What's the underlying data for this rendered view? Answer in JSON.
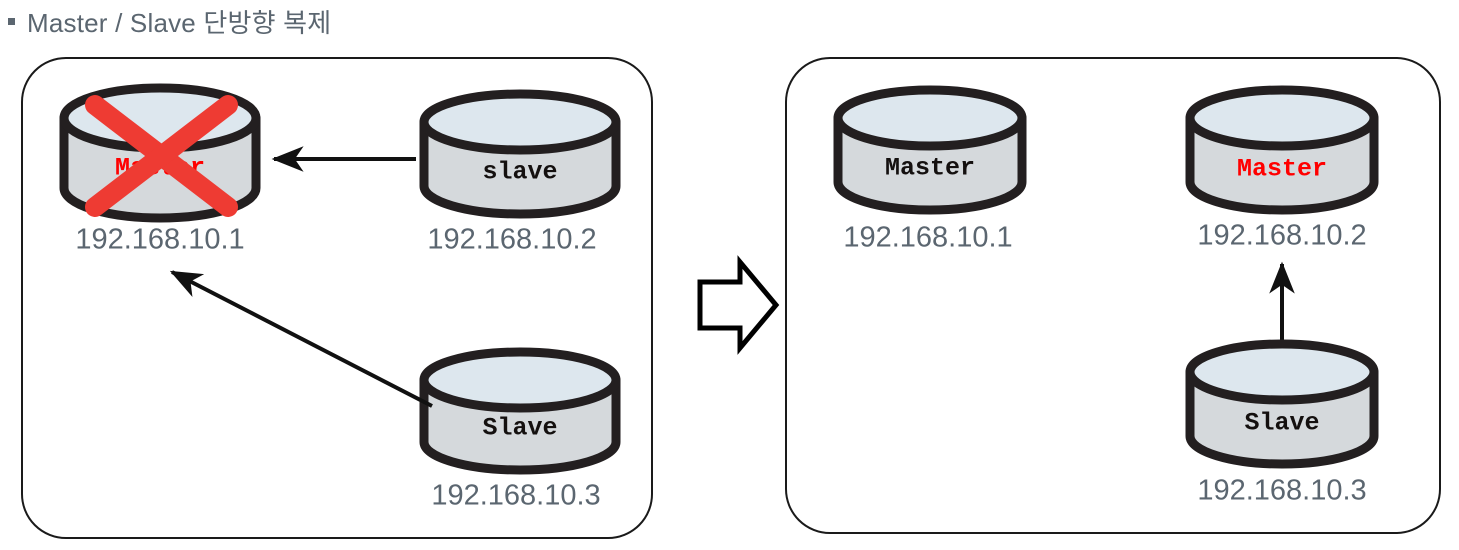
{
  "header": {
    "bullet": "square-bullet",
    "title": "Master / Slave 단방향 복제"
  },
  "colors": {
    "title_text": "#5b6670",
    "ip_text": "#5b6670",
    "cylinder_body": "#d5d9dc",
    "cylinder_top": "#dde7ee",
    "cylinder_outline": "#231f20",
    "failure_mark": "#ee3b33",
    "promoted_label": "#ff0000",
    "normal_label": "#14100f",
    "panel_border": "#1a1a1a",
    "arrow": "#111111"
  },
  "panels": [
    {
      "id": "before",
      "name": "before-failover-panel",
      "nodes": [
        {
          "id": "before-master-1",
          "name": "db-node-master-failed",
          "label": "Master",
          "label_color": "red",
          "ip": "192.168.10.1",
          "failed": true
        },
        {
          "id": "before-slave-2",
          "name": "db-node-slave-2",
          "label": "slave",
          "label_color": "dark",
          "ip": "192.168.10.2",
          "failed": false
        },
        {
          "id": "before-slave-3",
          "name": "db-node-slave-3",
          "label": "Slave",
          "label_color": "dark",
          "ip": "192.168.10.3",
          "failed": false
        }
      ],
      "connections": [
        {
          "name": "replication-arrow-slave2-to-master",
          "from": "before-slave-2",
          "to": "before-master-1"
        },
        {
          "name": "replication-arrow-slave3-to-master",
          "from": "before-slave-3",
          "to": "before-master-1"
        }
      ]
    },
    {
      "id": "after",
      "name": "after-failover-panel",
      "nodes": [
        {
          "id": "after-master-1",
          "name": "db-node-master-1",
          "label": "Master",
          "label_color": "dark",
          "ip": "192.168.10.1",
          "failed": false
        },
        {
          "id": "after-master-2",
          "name": "db-node-promoted-master-2",
          "label": "Master",
          "label_color": "red",
          "ip": "192.168.10.2",
          "failed": false
        },
        {
          "id": "after-slave-3",
          "name": "db-node-slave-3",
          "label": "Slave",
          "label_color": "dark",
          "ip": "192.168.10.3",
          "failed": false
        }
      ],
      "connections": [
        {
          "name": "replication-arrow-slave3-to-master2",
          "from": "after-slave-3",
          "to": "after-master-2"
        }
      ]
    }
  ],
  "transition": {
    "name": "transition-arrow",
    "icon": "right-block-arrow",
    "direction": "right"
  },
  "labels": {
    "before_master_failed": "Master",
    "before_slave_2": "slave",
    "before_slave_3": "Slave",
    "after_master_1": "Master",
    "after_master_2": "Master",
    "after_slave_3": "Slave",
    "ip_1": "192.168.10.1",
    "ip_2": "192.168.10.2",
    "ip_3": "192.168.10.3"
  }
}
